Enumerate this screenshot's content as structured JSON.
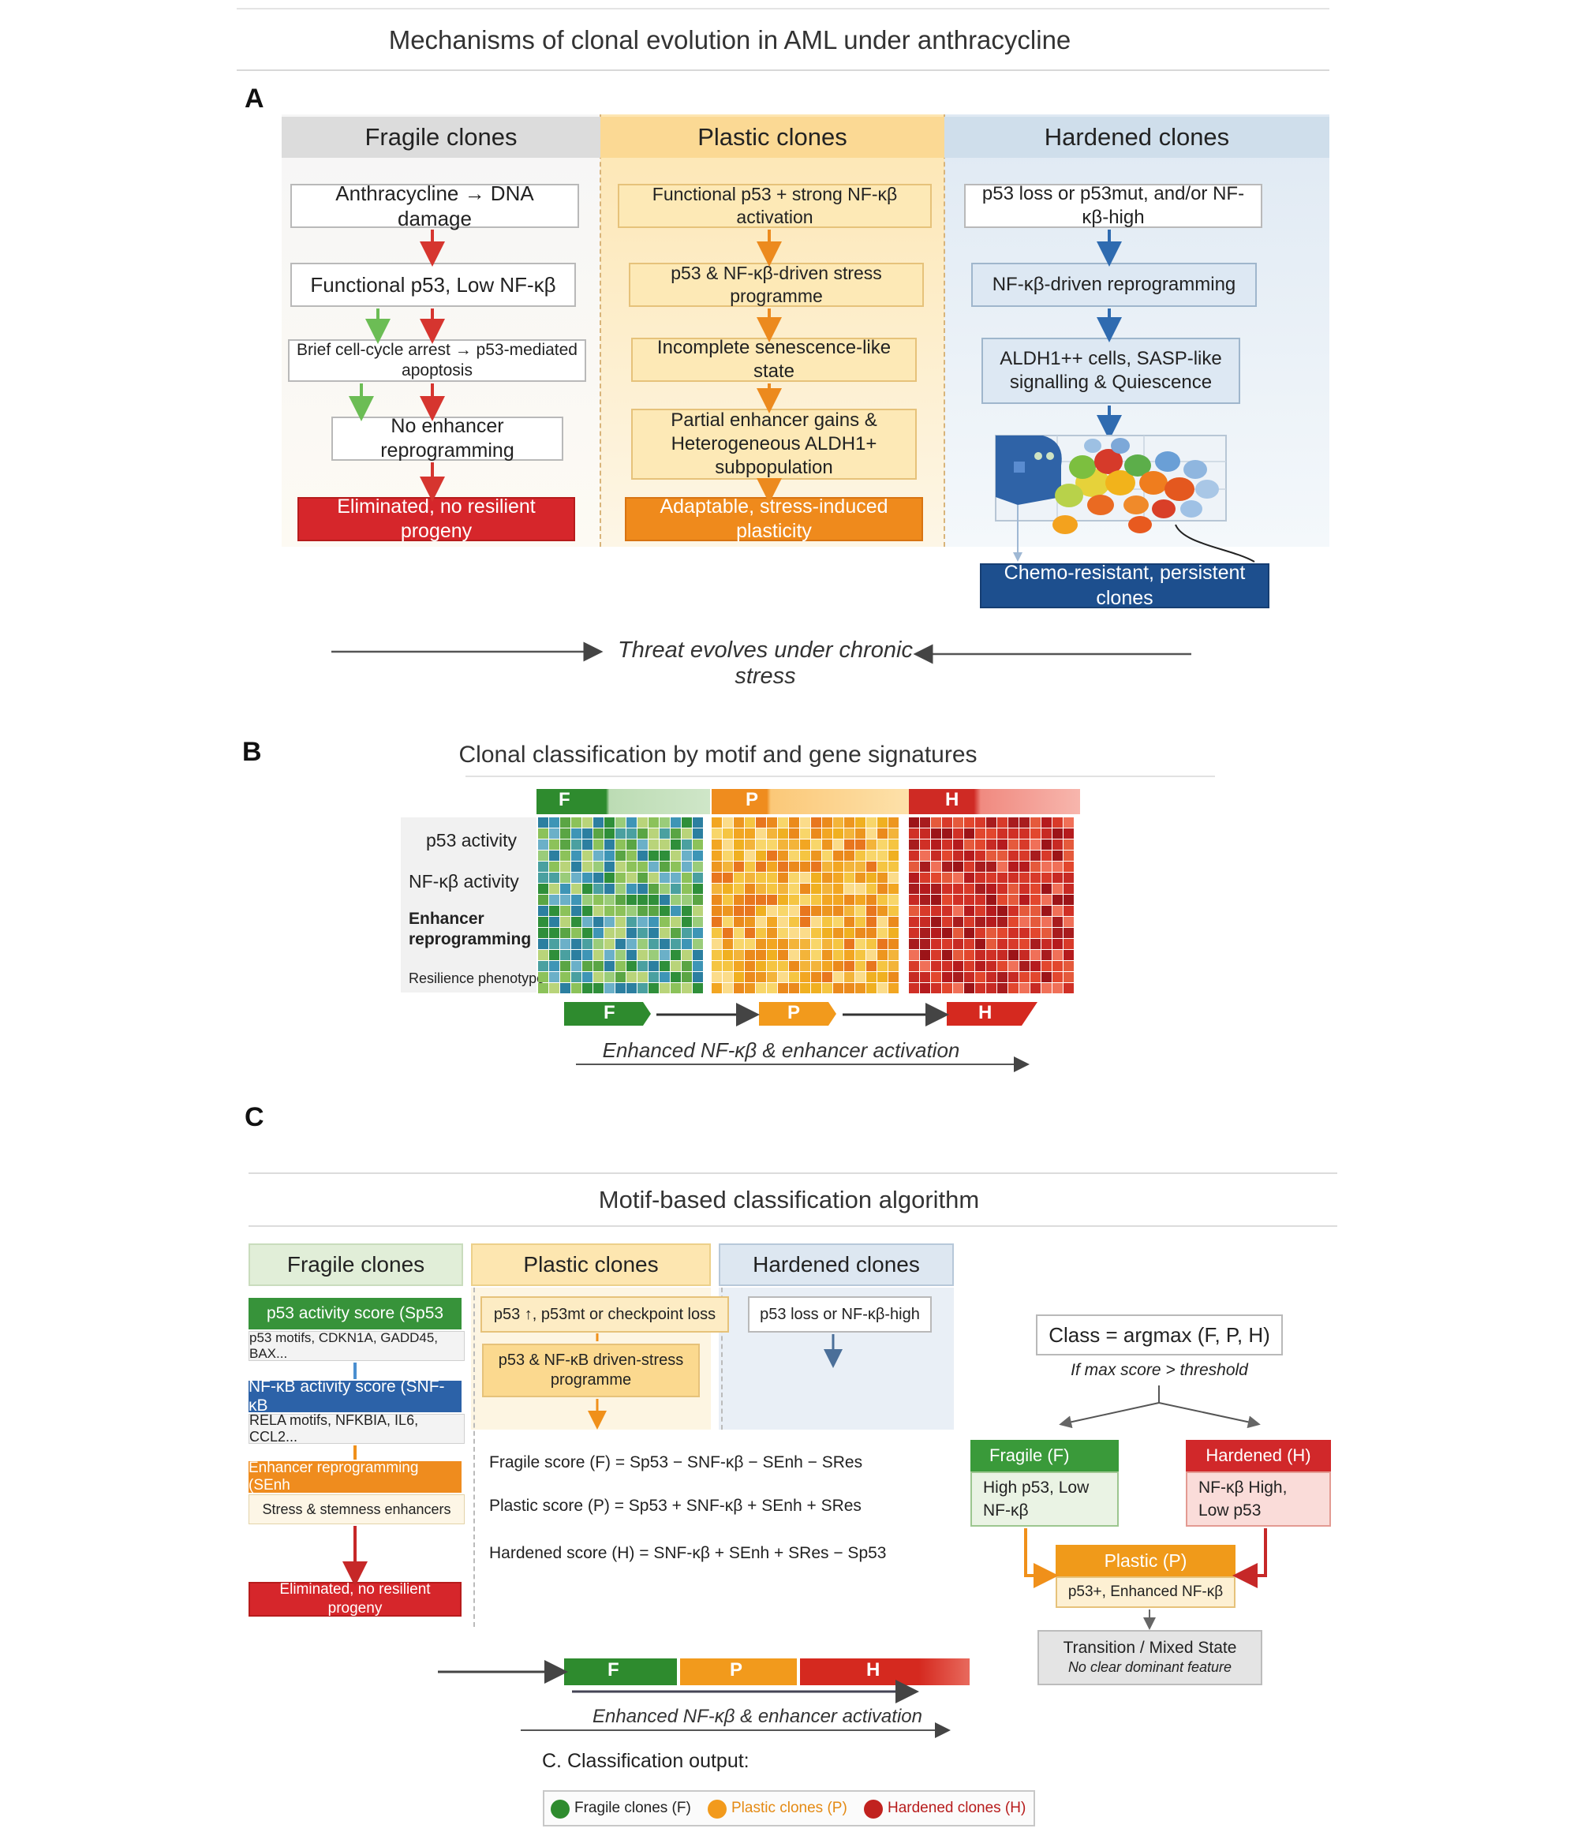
{
  "title": "Mechanisms of clonal evolution in AML under anthracycline",
  "panel_a": {
    "letter": "A",
    "headers": [
      "Fragile clones",
      "Plastic clones",
      "Hardened clones"
    ],
    "fragile": {
      "steps": [
        "Anthracycline → DNA damage",
        "Functional p53, Low NF-κβ",
        "Brief cell-cycle arrest → p53-mediated apoptosis",
        "No enhancer reprogramming"
      ],
      "outcome": "Eliminated, no resilient progeny"
    },
    "plastic": {
      "steps": [
        "Functional p53 + strong NF-κβ activation",
        "p53 & NF-κβ-driven stress programme",
        "Incomplete senescence-like state",
        "Partial enhancer gains & Heterogeneous ALDH1+ subpopulation"
      ],
      "outcome": "Adaptable, stress-induced plasticity"
    },
    "hardened": {
      "steps": [
        "p53 loss or p53mut, and/or NF-κβ-high",
        "NF-κβ-driven reprogramming",
        "ALDH1++ cells, SASP-like signalling & Quiescence"
      ],
      "outcome": "Chemo-resistant, persistent clones"
    },
    "bottom_caption": "Threat evolves under chronic stress"
  },
  "panel_b": {
    "letter": "B",
    "title": "Clonal classification by motif and gene signatures",
    "col_labels": [
      "F",
      "P",
      "H"
    ],
    "row_labels": [
      "p53 activity",
      "NF-κβ activity",
      "Enhancer reprogramming",
      "Resilience phenotype"
    ],
    "progression": [
      "F",
      "P",
      "H"
    ],
    "caption": "Enhanced NF-κβ & enhancer activation"
  },
  "panel_c": {
    "letter": "C",
    "title": "Motif-based classification algorithm",
    "headers": [
      "Fragile clones",
      "Plastic clones",
      "Hardened clones"
    ],
    "fragile_items": [
      {
        "head": "p53 activity score (Sp53",
        "sub": "p53 motifs, CDKN1A, GADD45, BAX..."
      },
      {
        "head": "NF-κB activity score (SNF-κB",
        "sub": "RELA motifs, NFKBIA, IL6, CCL2..."
      },
      {
        "head": "Enhancer reprogramming (SEnh",
        "sub": "Stress & stemness enhancers"
      }
    ],
    "fragile_outcome": "Eliminated, no resilient progeny",
    "plastic_boxes": [
      "p53 ↑, p53mt or checkpoint loss",
      "p53 & NF-κB driven-stress programme"
    ],
    "hardened_box": "p53 loss or NF-κβ-high",
    "formulas": [
      "Fragile score (F) = Sp53 − SNF-κβ − SEnh − SRes",
      "Plastic score (P) = Sp53 + SNF-κβ + SEnh + SRes",
      "Hardened score (H) = SNF-κβ + SEnh + SRes − Sp53"
    ],
    "decision": {
      "class_rule": "Class = argmax (F, P, H)",
      "condition": "If max score > threshold",
      "fragile_head": "Fragile (F)",
      "fragile_body": "High p53, Low NF-κβ",
      "hardened_head": "Hardened (H)",
      "hardened_body": "NF-κβ High, Low p53",
      "plastic_head": "Plastic (P)",
      "plastic_body": "p53+, Enhanced NF-κβ",
      "mixed_head": "Transition / Mixed State",
      "mixed_body": "No clear dominant feature"
    },
    "bar_labels": [
      "F",
      "P",
      "H"
    ],
    "caption": "Enhanced NF-κβ & enhancer activation",
    "output_title": "C. Classification output:",
    "legend": [
      "Fragile clones (F)",
      "Plastic clones (P)",
      "Hardened clones (H)"
    ]
  },
  "colors": {
    "fragile": "#3a9a3a",
    "plastic": "#f09a1a",
    "hardened": "#d1282a",
    "navy": "#1d4f8e"
  }
}
